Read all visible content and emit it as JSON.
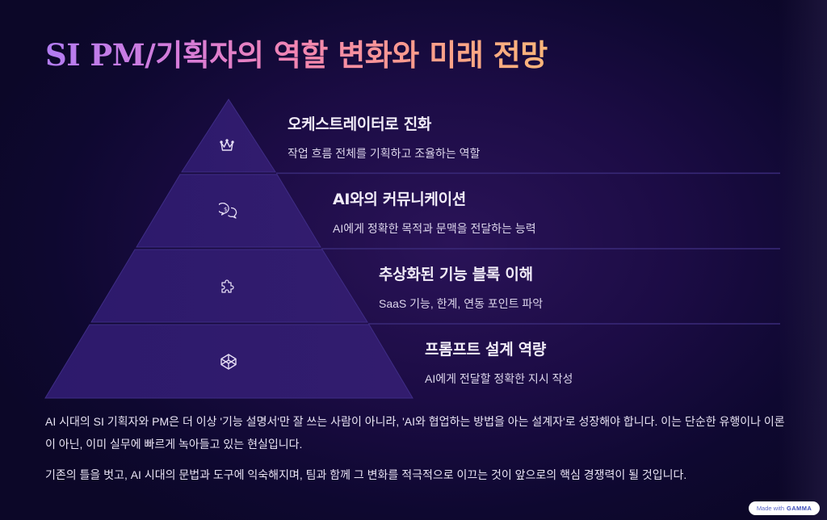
{
  "title": {
    "prefix": "SI PM/",
    "rest": "기획자의 역할 변화와 미래 전망",
    "gradient": [
      "#b27cf2",
      "#f285b2",
      "#fbb67a"
    ]
  },
  "pyramid": {
    "fill_color": "#2e1c6b",
    "separator_color": "#3b2a7c",
    "tiers": [
      {
        "icon": "crown-icon",
        "title": "오케스트레이터로 진화",
        "description": "작업 흐름 전체를 기획하고 조율하는 역할"
      },
      {
        "icon": "chat-bubbles-icon",
        "title": "AI와의 커뮤니케이션",
        "description": "AI에게 정확한 목적과 문맥을 전달하는 능력"
      },
      {
        "icon": "puzzle-piece-icon",
        "title": "추상화된 기능 블록 이해",
        "description": "SaaS 기능, 한계, 연동 포인트 파악"
      },
      {
        "icon": "codepen-cube-icon",
        "title": "프롬프트 설계 역량",
        "description": "AI에게 전달할 정확한 지시 작성"
      }
    ]
  },
  "body": {
    "paragraph_1": "AI 시대의 SI 기획자와 PM은 더 이상 '기능 설명서'만 잘 쓰는 사람이 아니라, 'AI와 협업하는 방법을 아는 설계자'로 성장해야 합니다. 이는 단순한 유행이나 이론이 아닌, 이미 실무에 빠르게 녹아들고 있는 현실입니다.",
    "paragraph_2": "기존의 틀을 벗고, AI 시대의 문법과 도구에 익숙해지며, 팀과 함께 그 변화를 적극적으로 이끄는 것이 앞으로의 핵심 경쟁력이 될 것입니다."
  },
  "badge": {
    "made_with": "Made with",
    "brand": "GAMMA"
  }
}
